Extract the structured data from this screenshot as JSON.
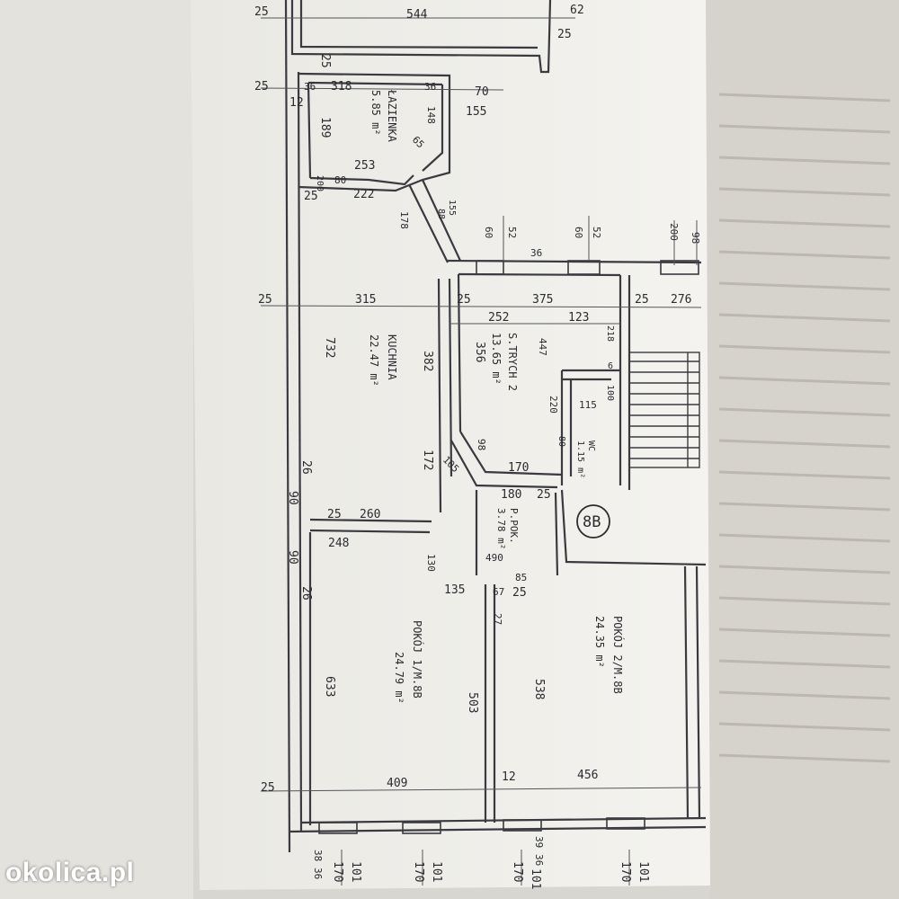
{
  "rooms": {
    "lazienka": {
      "name": "ŁAZIENKA",
      "area": "5.85 m²"
    },
    "kuchnia": {
      "name": "KUCHNIA",
      "area": "22.47 m²"
    },
    "strych": {
      "name": "S.TRYCH 2",
      "area": "13.65 m²"
    },
    "wc": {
      "name": "WC",
      "area": "1.15 m²"
    },
    "ppok": {
      "name": "P.POK.",
      "area": "3.78 m²"
    },
    "pokoj1": {
      "name": "POKÓJ 1/M.8B",
      "area": "24.79 m²"
    },
    "pokoj2": {
      "name": "POKÓJ 2/M.8B",
      "area": "24.35 m²"
    }
  },
  "unit_label": "8B",
  "dimensions": {
    "d25a": "25",
    "d544": "544",
    "d62": "62",
    "d25b": "25",
    "d25c": "25",
    "d25d": "25",
    "d36a": "36",
    "d318": "318",
    "d36b": "36",
    "d70": "70",
    "d12": "12",
    "d189": "189",
    "d148": "148",
    "d155": "155",
    "d65": "65",
    "d253": "253",
    "d80": "80",
    "d25e": "25",
    "d200": "200",
    "d222": "222",
    "d178": "178",
    "d155b": "155",
    "d88": "88",
    "d60a": "60",
    "d52a": "52",
    "d36c": "36",
    "d60b": "60",
    "d52b": "52",
    "d200b": "200",
    "d98": "98",
    "d25f": "25",
    "d315": "315",
    "d25g": "25",
    "d375": "375",
    "d25h": "25",
    "d276": "276",
    "d252": "252",
    "d123": "123",
    "d732": "732",
    "d382": "382",
    "d356": "356",
    "d447": "447",
    "d218": "218",
    "d6": "6",
    "d220": "220",
    "d100": "100",
    "d115": "115",
    "d98b": "98",
    "d172": "172",
    "d105": "105",
    "d170a": "170",
    "d80b": "80",
    "d26a": "26",
    "d90a": "90",
    "d25i": "25",
    "d260": "260",
    "d180": "180",
    "d25j": "25",
    "d248": "248",
    "d90b": "90",
    "d130": "130",
    "d490": "490",
    "d85": "85",
    "d26b": "26",
    "d135": "135",
    "d67": "67",
    "d25k": "25",
    "d27": "27",
    "d633": "633",
    "d503": "503",
    "d538": "538",
    "d25l": "25",
    "d409": "409",
    "d12b": "12",
    "d456": "456",
    "d38": "38",
    "d36d": "36",
    "d101a": "101",
    "d170b": "170",
    "d170c": "170",
    "d101b": "101",
    "d170d": "170",
    "d101c": "101",
    "d170e": "170",
    "d101d": "101",
    "d36e": "36",
    "d39": "39"
  },
  "watermark": "okolica.pl"
}
